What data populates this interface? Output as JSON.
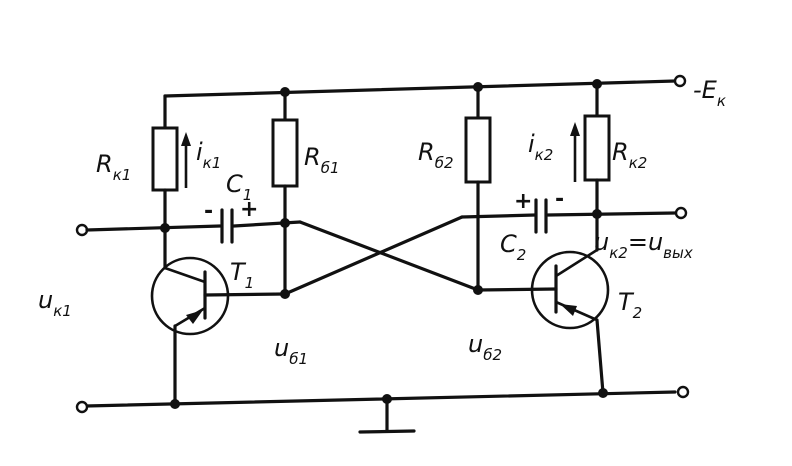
{
  "supply": {
    "main": "-E",
    "sub": "к"
  },
  "resistors": {
    "rk1": {
      "main": "R",
      "sub": "к1"
    },
    "rb1": {
      "main": "R",
      "sub": "б1"
    },
    "rb2": {
      "main": "R",
      "sub": "б2"
    },
    "rk2": {
      "main": "R",
      "sub": "к2"
    }
  },
  "currents": {
    "ik1": {
      "main": "i",
      "sub": "к1"
    },
    "ik2": {
      "main": "i",
      "sub": "к2"
    }
  },
  "capacitors": {
    "c1": {
      "main": "C",
      "sub": "1",
      "minus": "-",
      "plus": "+"
    },
    "c2": {
      "main": "C",
      "sub": "2",
      "minus": "-",
      "plus": "+"
    }
  },
  "transistors": {
    "t1": {
      "main": "T",
      "sub": "1"
    },
    "t2": {
      "main": "T",
      "sub": "2"
    }
  },
  "voltages": {
    "uk1": {
      "main": "u",
      "sub": "к1"
    },
    "ub1": {
      "main": "u",
      "sub": "б1"
    },
    "ub2": {
      "main": "u",
      "sub": "б2"
    },
    "uk2": {
      "main": "u",
      "sub": "к2",
      "eq": "=",
      "out_main": "u",
      "out_sub": "вых"
    }
  }
}
